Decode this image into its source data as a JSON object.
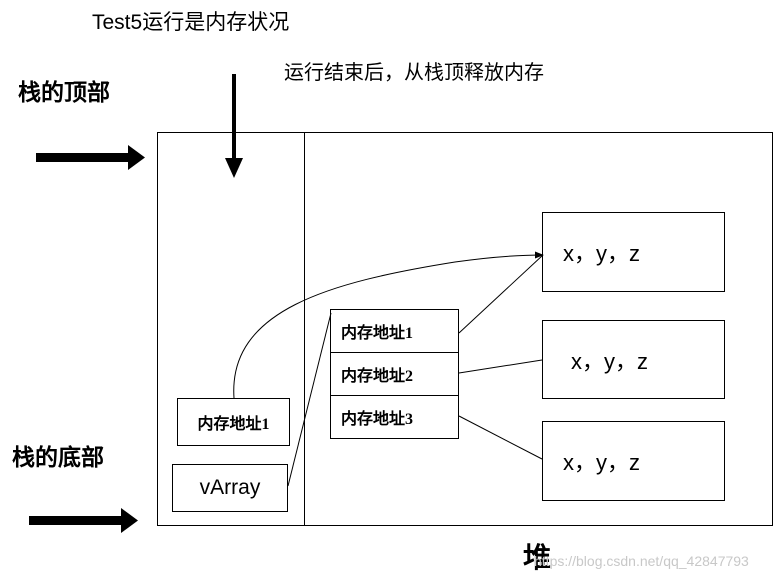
{
  "title": "Test5运行是内存状况",
  "note": "运行结束后，从栈顶释放内存",
  "stack": {
    "top_label": "栈的顶部",
    "bottom_label": "栈的底部",
    "items": [
      {
        "label": "内存地址1"
      },
      {
        "label": "vArray"
      }
    ]
  },
  "heap": {
    "label": "堆",
    "addresses": [
      "内存地址1",
      "内存地址2",
      "内存地址3"
    ],
    "objects": [
      "x，y，z",
      "x，y，z",
      "x，y，z"
    ]
  },
  "watermark": "https://blog.csdn.net/qq_42847793"
}
